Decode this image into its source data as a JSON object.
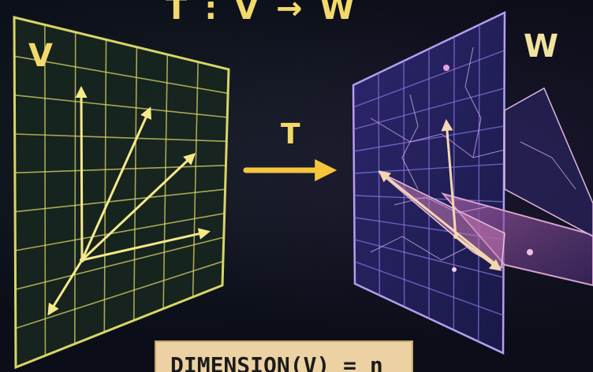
{
  "title": "T : V → W",
  "space_v_label": "V",
  "space_w_label": "W",
  "map_label": "T",
  "dimension_caption": "DIMENSION(V) = n",
  "colors": {
    "v_grid": "#d8d566",
    "v_vectors": "#f6e98a",
    "w_grid": "#8c78e6",
    "w_surface": "#d59ab6",
    "w_vectors": "#f4d7b0",
    "map_arrow": "#f5c63c",
    "label_text": "#f3d96a",
    "caption_bg": "#ecd2a2"
  }
}
